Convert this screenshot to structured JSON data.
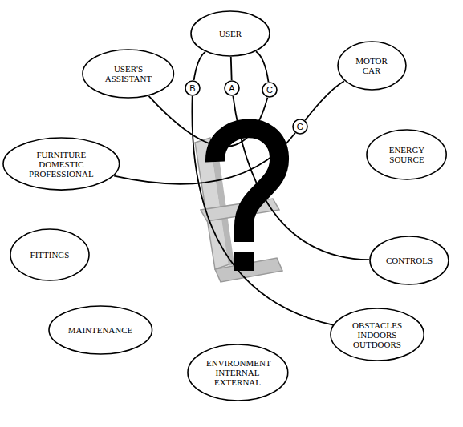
{
  "diagram": {
    "nodes": [
      {
        "text": [
          "USER"
        ]
      },
      {
        "text": [
          "USER'S ASSISTANT"
        ]
      },
      {
        "text": [
          "MOTOR CAR"
        ]
      },
      {
        "text": [
          "B"
        ]
      },
      {
        "text": [
          "A"
        ]
      },
      {
        "text": [
          "C"
        ]
      },
      {
        "text": [
          "G"
        ]
      },
      {
        "text": [
          "FURNITURE DOMESTIC PROFESSIONAL"
        ]
      },
      {
        "text": [
          "ENERGY SOURCE"
        ]
      },
      {
        "text": [
          "FITTINGS"
        ]
      },
      {
        "text": [
          "CONTROLS"
        ]
      },
      {
        "text": [
          "MAINTENANCE"
        ]
      },
      {
        "text": [
          "OBSTACLES INDOORS OUTDOORS"
        ]
      },
      {
        "text": [
          "ENVIRONMENT INTERNAL EXTERNAL"
        ]
      }
    ],
    "edges": [
      {
        "from": 0,
        "to": 3,
        "arrow": "none"
      },
      {
        "from": 0,
        "to": 4,
        "arrow": "none"
      },
      {
        "from": 0,
        "to": 5,
        "arrow": "none"
      },
      {
        "from": 2,
        "to": 6,
        "arrow": "none"
      },
      {
        "from": 1,
        "to": 5,
        "arrow": "none"
      },
      {
        "from": 7,
        "to": 6,
        "arrow": "none"
      },
      {
        "from": 3,
        "to": 12,
        "arrow": "none"
      },
      {
        "from": 4,
        "to": 10,
        "arrow": "none"
      }
    ]
  }
}
